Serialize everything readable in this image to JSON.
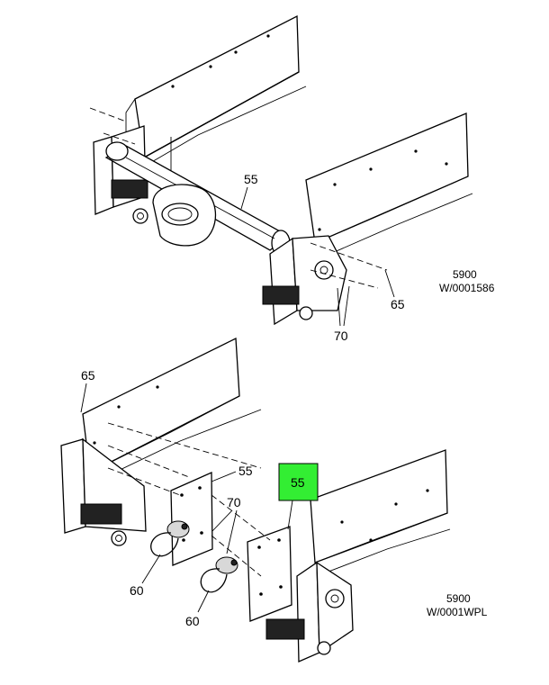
{
  "top_view": {
    "callouts": [
      "55",
      "65",
      "70"
    ],
    "ref_code": "5900",
    "ref_id": "W/0001586"
  },
  "bottom_view": {
    "callouts": [
      "65",
      "55",
      "70",
      "60",
      "60"
    ],
    "highlight_label": "55",
    "highlight_color": "#33ee33",
    "ref_code": "5900",
    "ref_id": "W/0001WPL"
  }
}
